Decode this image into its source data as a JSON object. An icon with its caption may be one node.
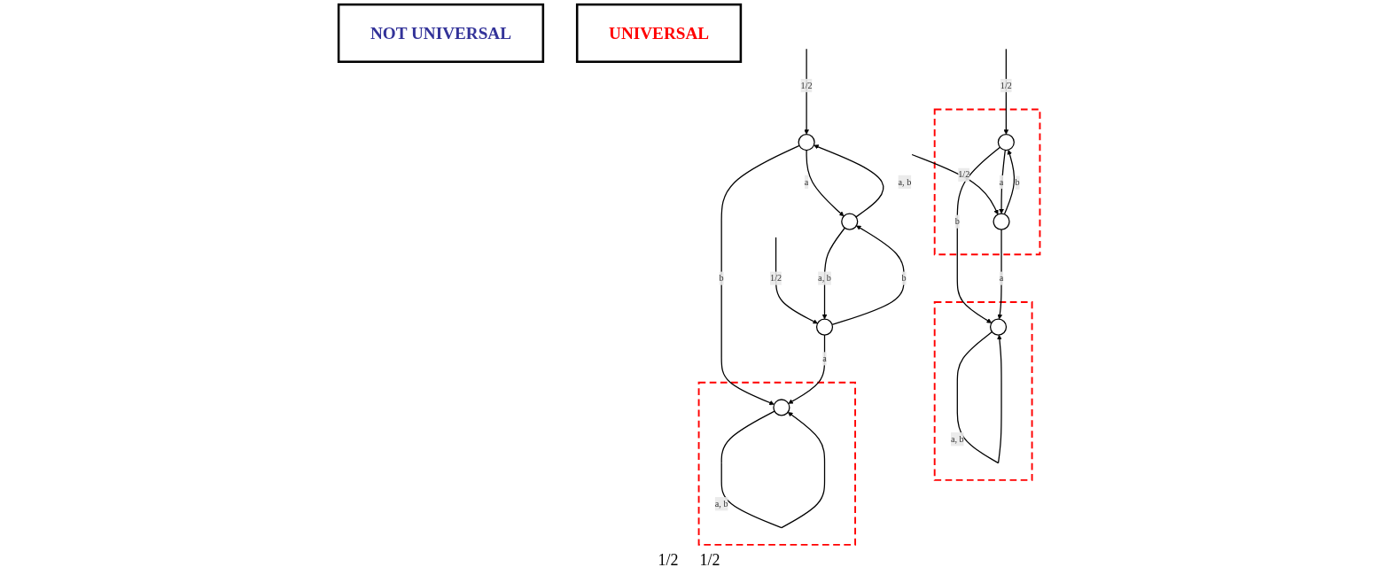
{
  "diagram": {
    "nodes": [
      {
        "text": [],
        "shape": "box"
      },
      {
        "text": [],
        "shape": "circle",
        "in": 0
      },
      {
        "text": [],
        "shape": "circle",
        "in": 0
      },
      {
        "text": [
          "NOT UNIVERSAL"
        ]
      },
      {
        "text": [],
        "shape": "box"
      },
      {
        "text": [],
        "shape": "circle",
        "in": 4
      },
      {
        "text": [],
        "shape": "circle"
      },
      {
        "text": [],
        "shape": "circle"
      },
      {
        "text": [],
        "shape": "circle"
      },
      {
        "text": [
          "UNIVERSAL"
        ]
      },
      {
        "text": [],
        "shape": "box"
      },
      {
        "text": [],
        "shape": "circle",
        "in": 10
      }
    ],
    "edges": [
      {
        "from": null,
        "to": 1,
        "arrow": "to",
        "label": "1/2"
      },
      {
        "from": null,
        "to": 2,
        "arrow": "to",
        "label": "1/2"
      },
      {
        "from": 1,
        "to": 2,
        "arrow": "to",
        "label": "a"
      },
      {
        "from": 2,
        "to": 1,
        "arrow": "to",
        "label": "b"
      },
      {
        "from": 1,
        "to": 5,
        "arrow": "to",
        "label": "b"
      },
      {
        "from": 2,
        "to": 5,
        "arrow": "to",
        "label": "a"
      },
      {
        "from": 5,
        "to": 5,
        "arrow": "to",
        "label": "a, b"
      },
      {
        "from": null,
        "to": 6,
        "arrow": "to",
        "label": "1/2"
      },
      {
        "from": null,
        "to": 8,
        "arrow": "to",
        "label": "1/2"
      },
      {
        "from": 7,
        "to": 6,
        "arrow": "to",
        "label": "a, b"
      },
      {
        "from": 7,
        "to": 8,
        "arrow": "to",
        "label": "a, b"
      },
      {
        "from": 6,
        "to": 7,
        "arrow": "to",
        "label": "a"
      },
      {
        "from": 8,
        "to": 7,
        "arrow": "to",
        "label": "b"
      },
      {
        "from": 6,
        "to": 11,
        "arrow": "to",
        "label": "b"
      },
      {
        "from": 8,
        "to": 11,
        "arrow": "to",
        "label": "a"
      },
      {
        "from": 11,
        "to": 11,
        "arrow": "to",
        "label": "a, b"
      }
    ],
    "labels": [
      "1/2",
      "1/2"
    ]
  }
}
